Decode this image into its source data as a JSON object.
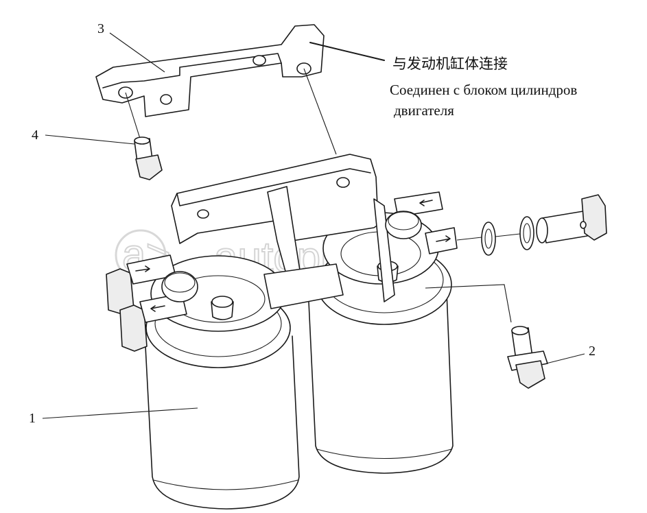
{
  "callouts": {
    "c1": "1",
    "c2": "2",
    "c3": "3",
    "c4": "4"
  },
  "note": {
    "zh": "与发动机缸体连接",
    "ru_line1": "Соединен с блоком цилиндров",
    "ru_line2": "двигателя"
  },
  "watermark": "autopiter.ru"
}
